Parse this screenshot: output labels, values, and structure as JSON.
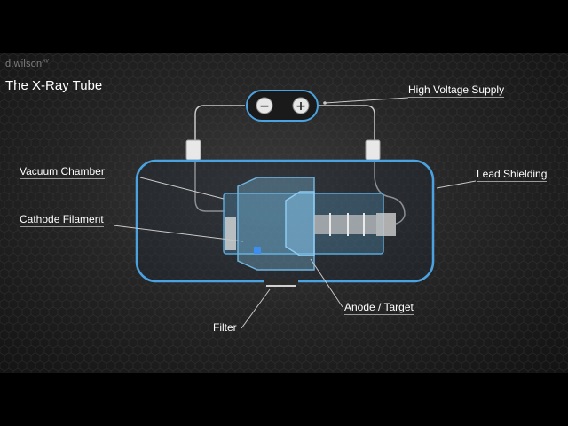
{
  "brand": {
    "name": "d.wilson",
    "suffix": "AV"
  },
  "title": "The X-Ray Tube",
  "labels": {
    "high_voltage_supply": "High Voltage Supply",
    "vacuum_chamber": "Vacuum Chamber",
    "lead_shielding": "Lead Shielding",
    "cathode_filament": "Cathode Filament",
    "anode_target": "Anode / Target",
    "filter": "Filter"
  },
  "power_supply": {
    "negative_symbol": "−",
    "positive_symbol": "+"
  },
  "colors": {
    "accent_blue": "#4aa3e0",
    "glass_blue": "#5aa8d8",
    "wire": "#c8c8c8",
    "background": "#262626"
  }
}
